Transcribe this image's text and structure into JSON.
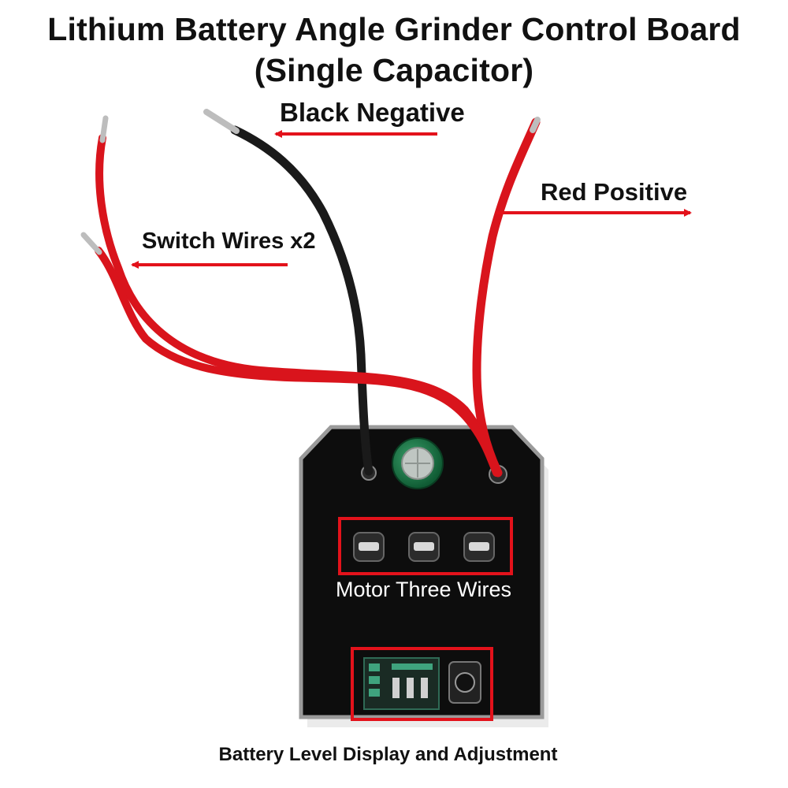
{
  "title": {
    "line1": "Lithium Battery Angle Grinder Control Board",
    "line2": "(Single Capacitor)"
  },
  "labels": {
    "black_negative": "Black Negative",
    "red_positive": "Red Positive",
    "switch_wires": "Switch Wires x2",
    "motor_three_wires": "Motor Three Wires",
    "battery_level": "Battery Level Display and Adjustment"
  },
  "colors": {
    "annotation_red": "#e3121b",
    "wire_red": "#d9141c",
    "wire_black": "#1a1a1a",
    "board": "#0d0d0d",
    "capacitor": "#1f7a4a"
  }
}
